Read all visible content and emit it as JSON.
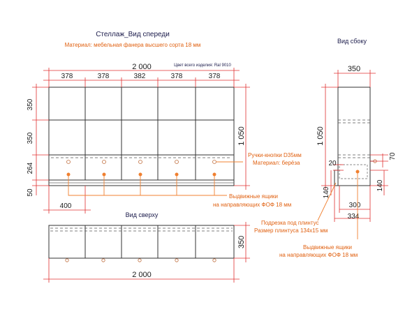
{
  "title": "Стеллаж_Вид спереди",
  "material": "Материал: мебельная фанера высшего сорта 18 мм",
  "color_note": "Цвет всего изделия: Ral 9010",
  "side_view_label": "Вид сбоку",
  "top_view_label": "Вид сверху",
  "front_dims": {
    "total_width": "2 000",
    "col_widths": [
      "378",
      "378",
      "382",
      "378",
      "378"
    ],
    "row_heights": [
      "350",
      "350",
      "264",
      "50"
    ],
    "total_height": "1 050",
    "drawer_width": "400"
  },
  "side_dims": {
    "depth": "350",
    "height": "1 050",
    "d70": "70",
    "d20": "20",
    "d140_left": "140",
    "d140_right": "140",
    "d300": "300",
    "d334": "334"
  },
  "top_dims": {
    "depth": "350",
    "width": "2 000"
  },
  "notes": {
    "knobs_line1": "Ручки-кнопки D35мм",
    "knobs_line2": "Материал: берёза",
    "drawers_line1": "Выдвижные ящики",
    "drawers_line2": "на направляющих ФОФ 18 мм",
    "plinth_line1": "Подрезка под плинтус",
    "plinth_line2": "Размер плинтуса 134x15 мм",
    "drawers2_line1": "Выдвижные ящики",
    "drawers2_line2": "на направляющих ФОФ 18 мм"
  },
  "colors": {
    "dimension": "#e03030",
    "note": "#e06010",
    "knob": "#f08030",
    "title": "#1a1a4a"
  }
}
